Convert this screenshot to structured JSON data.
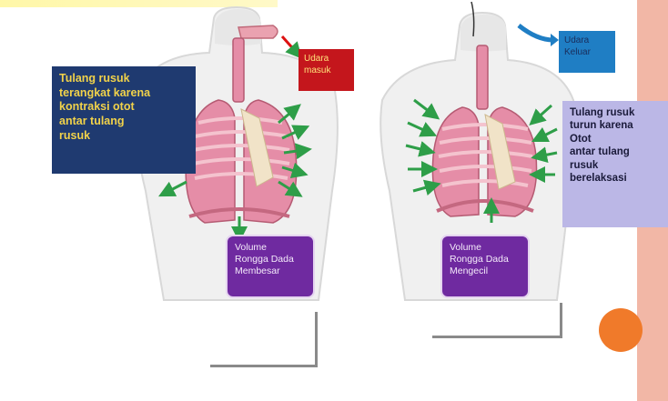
{
  "left_panel": {
    "callout_rib": [
      "Tulang rusuk",
      "terangkat karena",
      "kontraksi otot",
      "antar tulang",
      "rusuk"
    ],
    "air_label": [
      "Udara",
      "masuk"
    ],
    "volume_label": [
      "Volume",
      "Rongga Dada",
      "Membesar"
    ]
  },
  "right_panel": {
    "air_label": [
      "Udara",
      "Keluar"
    ],
    "callout_rib": [
      "Tulang rusuk",
      "turun karena",
      "Otot",
      "antar tulang",
      "rusuk",
      "berelaksasi"
    ],
    "volume_label": [
      "Volume",
      "Rongga Dada",
      "Mengecil"
    ]
  },
  "colors": {
    "arrow_green": "#2e9e48",
    "lung_pink": "#e58da7",
    "body_grey": "#eeeeee",
    "accent_orange": "#f07a2a",
    "strip_salmon": "#f2b7a6"
  }
}
